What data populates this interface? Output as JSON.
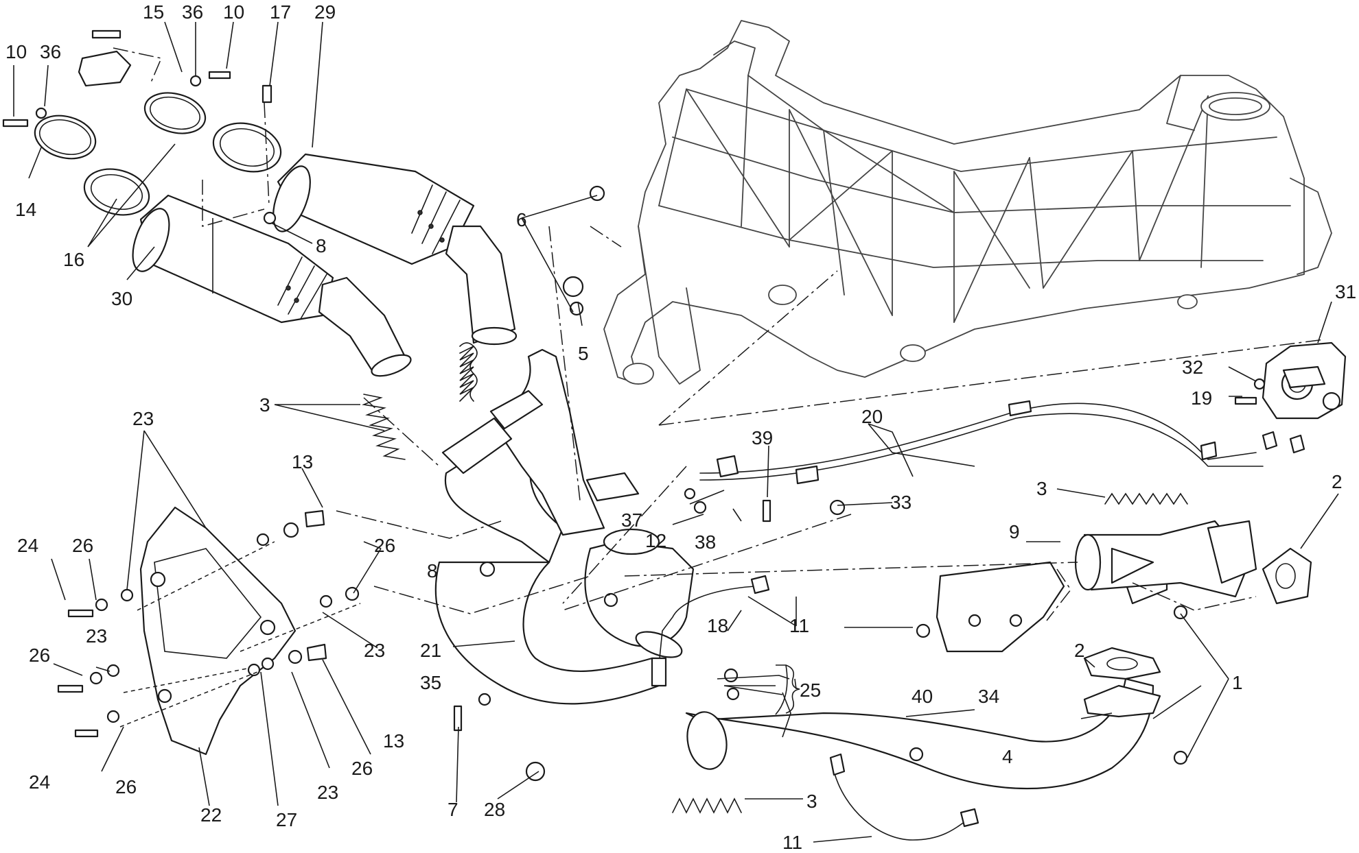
{
  "diagram": {
    "callouts": [
      {
        "id": "c10a",
        "text": "10"
      },
      {
        "id": "c36a",
        "text": "36"
      },
      {
        "id": "c15",
        "text": "15"
      },
      {
        "id": "c36b",
        "text": "36"
      },
      {
        "id": "c10b",
        "text": "10"
      },
      {
        "id": "c17",
        "text": "17"
      },
      {
        "id": "c29",
        "text": "29"
      },
      {
        "id": "c14",
        "text": "14"
      },
      {
        "id": "c16",
        "text": "16"
      },
      {
        "id": "c8a",
        "text": "8"
      },
      {
        "id": "c30",
        "text": "30"
      },
      {
        "id": "c6",
        "text": "6"
      },
      {
        "id": "c5",
        "text": "5"
      },
      {
        "id": "c31",
        "text": "31"
      },
      {
        "id": "c32",
        "text": "32"
      },
      {
        "id": "c19",
        "text": "19"
      },
      {
        "id": "c3a",
        "text": "3"
      },
      {
        "id": "c20",
        "text": "20"
      },
      {
        "id": "c23a",
        "text": "23"
      },
      {
        "id": "c13a",
        "text": "13"
      },
      {
        "id": "c39",
        "text": "39"
      },
      {
        "id": "c2a",
        "text": "2"
      },
      {
        "id": "c3b",
        "text": "3"
      },
      {
        "id": "c37",
        "text": "37"
      },
      {
        "id": "c33",
        "text": "33"
      },
      {
        "id": "c24a",
        "text": "24"
      },
      {
        "id": "c26a",
        "text": "26"
      },
      {
        "id": "c26b",
        "text": "26"
      },
      {
        "id": "c12",
        "text": "12"
      },
      {
        "id": "c38",
        "text": "38"
      },
      {
        "id": "c9",
        "text": "9"
      },
      {
        "id": "c8b",
        "text": "8"
      },
      {
        "id": "c11a",
        "text": "11"
      },
      {
        "id": "c18",
        "text": "18"
      },
      {
        "id": "c23b",
        "text": "23"
      },
      {
        "id": "c23c",
        "text": "23"
      },
      {
        "id": "c21",
        "text": "21"
      },
      {
        "id": "c26c",
        "text": "26"
      },
      {
        "id": "c40",
        "text": "40"
      },
      {
        "id": "c34",
        "text": "34"
      },
      {
        "id": "c1",
        "text": "1"
      },
      {
        "id": "c35",
        "text": "35"
      },
      {
        "id": "c25",
        "text": "25"
      },
      {
        "id": "c2b",
        "text": "2"
      },
      {
        "id": "c13b",
        "text": "13"
      },
      {
        "id": "c4",
        "text": "4"
      },
      {
        "id": "c26d",
        "text": "26"
      },
      {
        "id": "c23d",
        "text": "23"
      },
      {
        "id": "c24b",
        "text": "24"
      },
      {
        "id": "c26e",
        "text": "26"
      },
      {
        "id": "c7",
        "text": "7"
      },
      {
        "id": "c28",
        "text": "28"
      },
      {
        "id": "c3c",
        "text": "3"
      },
      {
        "id": "c22",
        "text": "22"
      },
      {
        "id": "c27",
        "text": "27"
      },
      {
        "id": "c11b",
        "text": "11"
      }
    ]
  }
}
